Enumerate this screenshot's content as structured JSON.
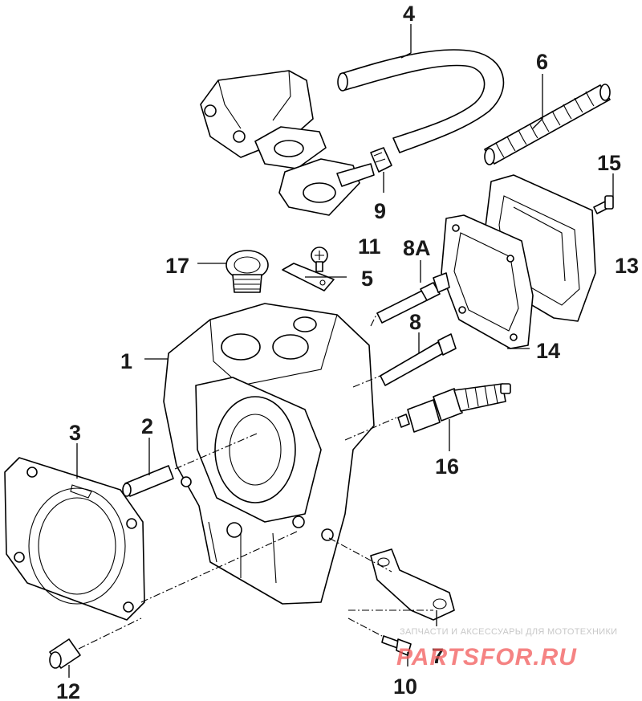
{
  "callouts": [
    {
      "id": "1",
      "label": "1"
    },
    {
      "id": "2",
      "label": "2"
    },
    {
      "id": "3",
      "label": "3"
    },
    {
      "id": "4",
      "label": "4"
    },
    {
      "id": "5",
      "label": "5"
    },
    {
      "id": "6",
      "label": "6"
    },
    {
      "id": "7",
      "label": "7"
    },
    {
      "id": "8",
      "label": "8"
    },
    {
      "id": "8A",
      "label": "8A"
    },
    {
      "id": "9",
      "label": "9"
    },
    {
      "id": "10",
      "label": "10"
    },
    {
      "id": "11",
      "label": "11"
    },
    {
      "id": "12",
      "label": "12"
    },
    {
      "id": "13",
      "label": "13"
    },
    {
      "id": "14",
      "label": "14"
    },
    {
      "id": "15",
      "label": "15"
    },
    {
      "id": "16",
      "label": "16"
    },
    {
      "id": "17",
      "label": "17"
    }
  ],
  "watermark": {
    "tagline": "ЗАПЧАСТИ И АКСЕССУАРЫ ДЛЯ МОТОТЕХНИКИ",
    "brand": "PARTSFOR.RU",
    "colors": {
      "accent": "#f15a5a",
      "light": "#f6a3a3",
      "tagline": "#c8c8c8"
    }
  }
}
